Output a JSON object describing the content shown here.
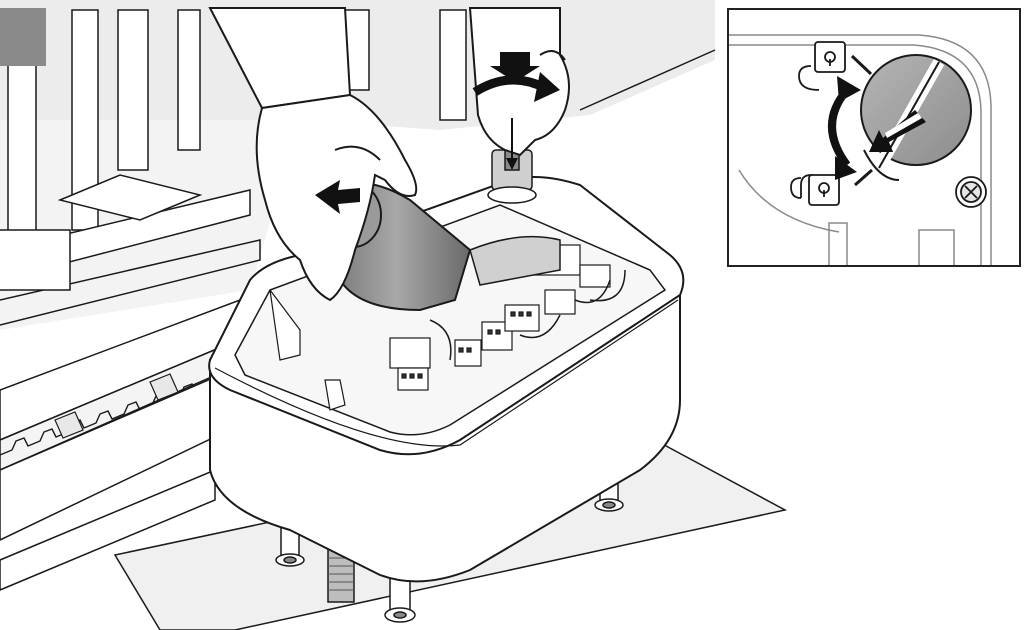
{
  "illustration": {
    "subject": "gate-operator-installation",
    "colors": {
      "line": "#1a1a1a",
      "background_shade": "#ececec",
      "floor_plate": "#f0f0f0",
      "motor_grey": "#9a9a9a",
      "motor_dark": "#6e6e6e",
      "corner_block": "#8a8a8a",
      "arrow": "#111111"
    },
    "icons": [
      "lift-motor-arrow-icon",
      "rotate-release-arrow-icon",
      "unlocked-padlock-icon",
      "locked-padlock-icon",
      "rotation-direction-arrow-icon",
      "insertion-arrow-icon",
      "screw-head-icon"
    ]
  },
  "inset": {
    "label": "release-knob-detail",
    "states": [
      "unlocked",
      "locked"
    ]
  }
}
